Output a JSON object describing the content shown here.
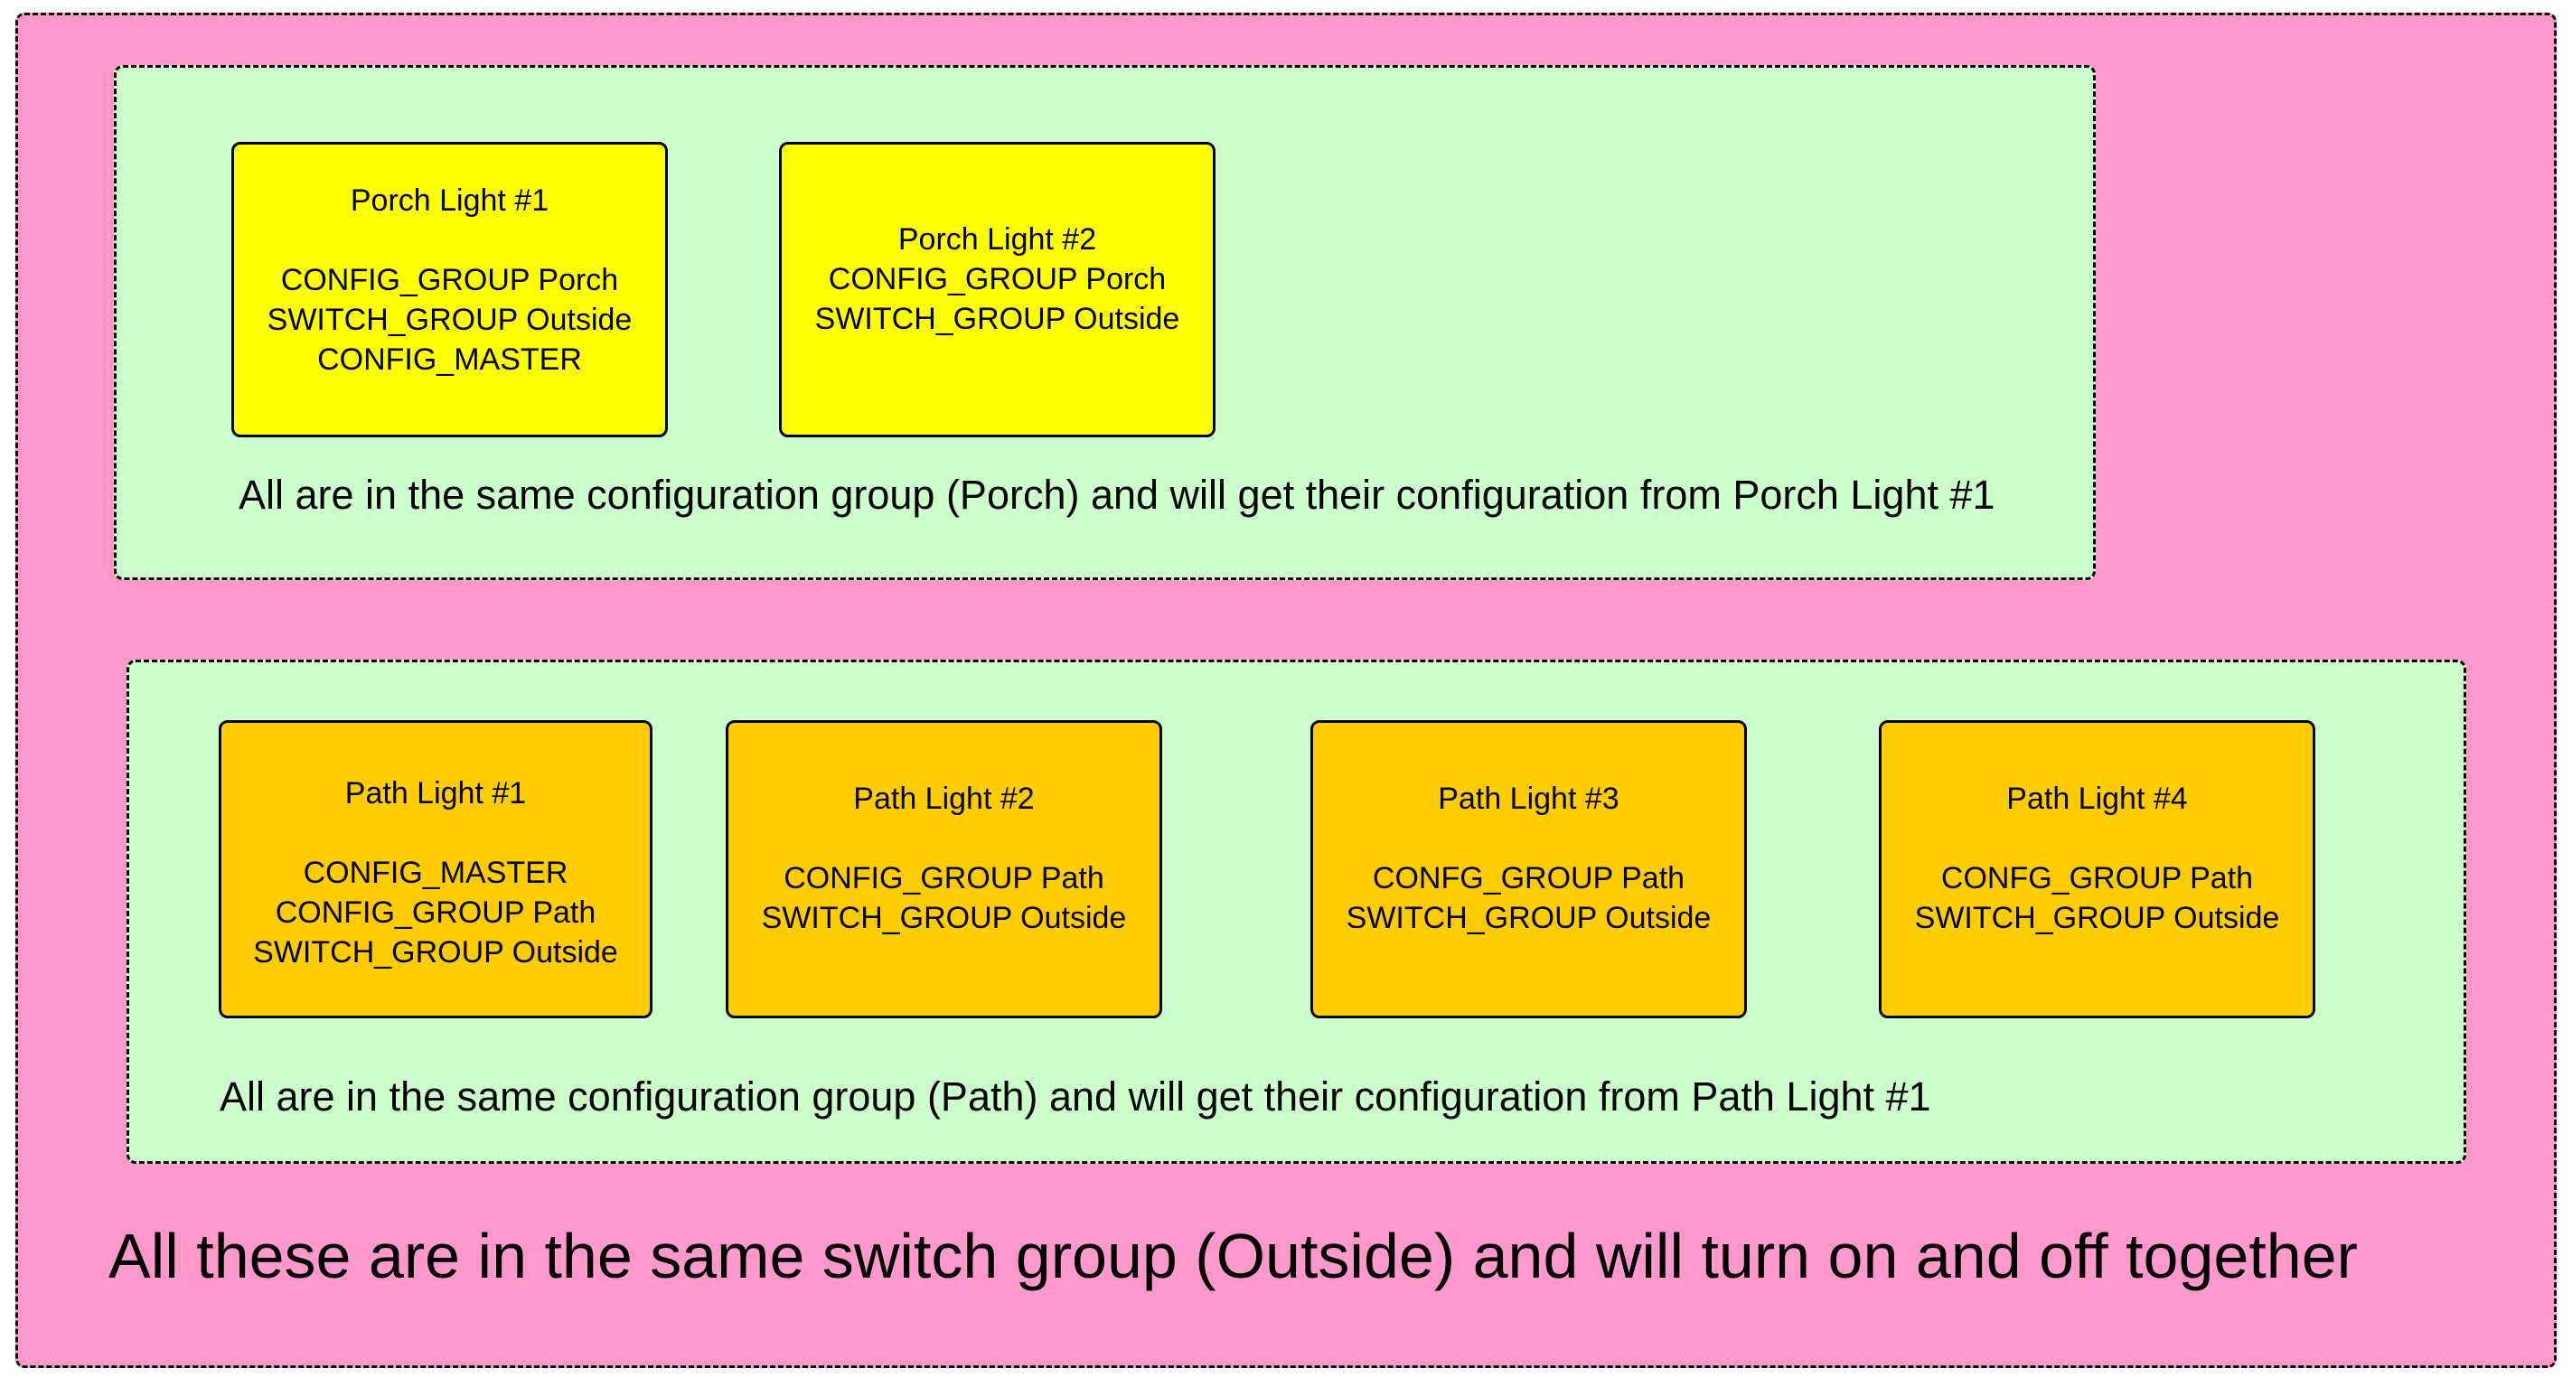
{
  "diagram": {
    "colors": {
      "switch_group_fill": "#ff99cc",
      "config_group_fill": "#ccffcc",
      "porch_device_fill": "#ffff00",
      "path_device_fill": "#ffcc00",
      "outline": "#000000"
    },
    "switch_group": {
      "caption": "All these are in the same switch group (Outside) and will turn on and off together"
    },
    "porch_group": {
      "caption": "All are in the same configuration group (Porch) and will get their configuration from Porch Light #1",
      "devices": [
        {
          "name": "Porch Light #1",
          "lines": [
            "CONFIG_GROUP Porch",
            "SWITCH_GROUP Outside",
            "CONFIG_MASTER"
          ]
        },
        {
          "name": "Porch Light #2",
          "lines": [
            "CONFIG_GROUP Porch",
            "SWITCH_GROUP Outside"
          ]
        }
      ]
    },
    "path_group": {
      "caption": "All are in the same configuration group (Path) and will get their configuration from Path Light #1",
      "devices": [
        {
          "name": "Path Light #1",
          "lines": [
            "CONFIG_MASTER",
            "CONFIG_GROUP Path",
            "SWITCH_GROUP Outside"
          ]
        },
        {
          "name": "Path Light #2",
          "lines": [
            "CONFIG_GROUP Path",
            "SWITCH_GROUP Outside"
          ]
        },
        {
          "name": "Path Light #3",
          "lines": [
            "CONFG_GROUP Path",
            "SWITCH_GROUP Outside"
          ]
        },
        {
          "name": "Path Light #4",
          "lines": [
            "CONFG_GROUP Path",
            "SWITCH_GROUP Outside"
          ]
        }
      ]
    }
  }
}
